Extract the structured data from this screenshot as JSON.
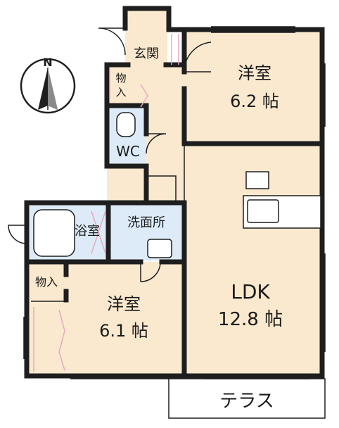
{
  "rooms": {
    "entrance": {
      "label": "玄関"
    },
    "storage_top": {
      "label_1": "物",
      "label_2": "入"
    },
    "wc": {
      "label": "WC"
    },
    "bedroom_top": {
      "label": "洋室",
      "size": "6.2 帖"
    },
    "ldk": {
      "label": "LDK",
      "size": "12.8 帖"
    },
    "washroom": {
      "label": "洗面所"
    },
    "bathroom": {
      "label": "浴室"
    },
    "storage_bottom": {
      "label": "物入"
    },
    "bedroom_bottom": {
      "label": "洋室",
      "size": "6.1 帖"
    },
    "terrace": {
      "label": "テラス"
    }
  },
  "compass": {
    "label": "N"
  },
  "colors": {
    "room_fill": "#fbe9cf",
    "wet_fill": "#dcebf7",
    "wall": "#1e1e1e",
    "storage_accent": "#e9a9bf"
  }
}
